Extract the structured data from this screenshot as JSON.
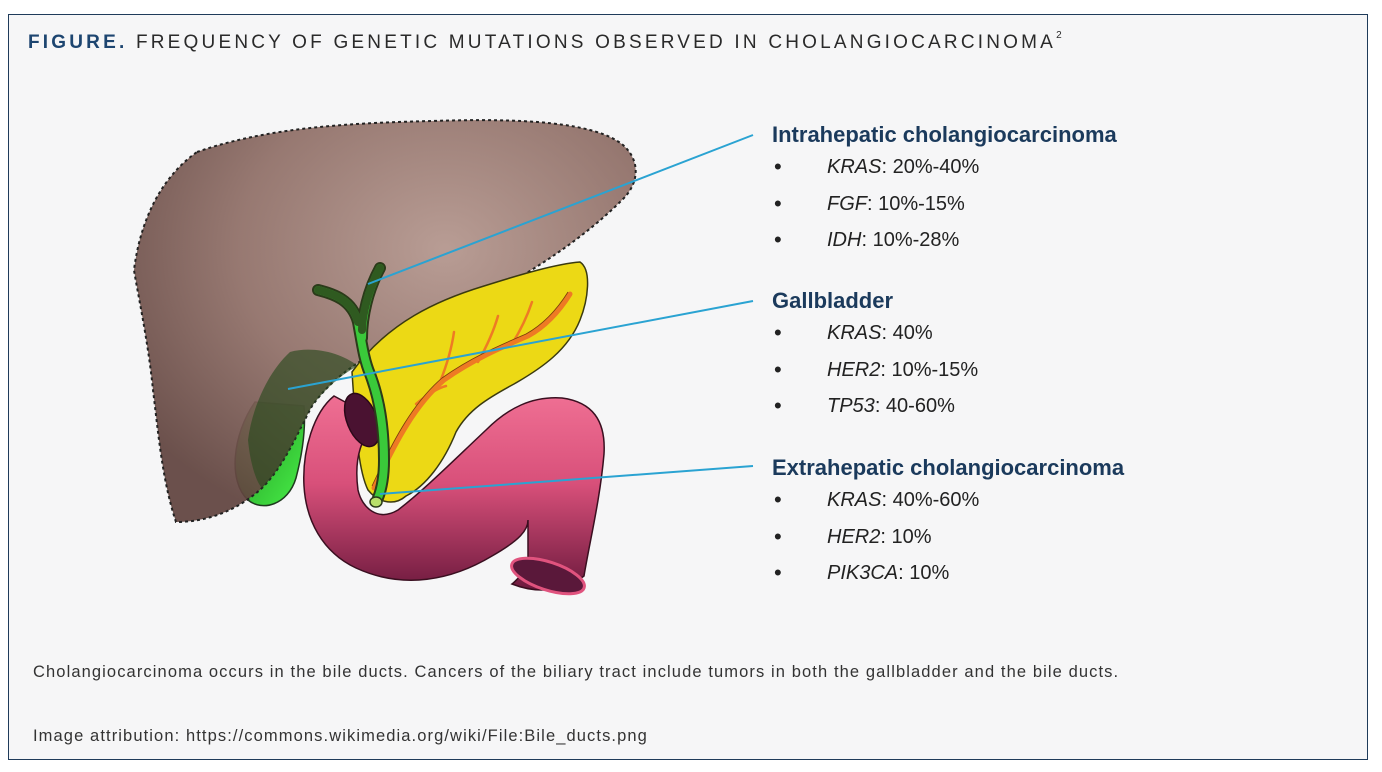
{
  "figure": {
    "label": "FIGURE.",
    "title": "FREQUENCY OF GENETIC MUTATIONS OBSERVED IN CHOLANGIOCARCINOMA",
    "reference": "2"
  },
  "colors": {
    "liver": "#8f6e66",
    "gallbladder": "#3bd43b",
    "pancreas": "#ecd915",
    "duodenum": "#d8507a",
    "bile_duct": "#3ac93a",
    "pancreatic_duct": "#ee7a24",
    "leader_line": "#2aa3d2",
    "heading": "#1b3a5c"
  },
  "groups": [
    {
      "name": "Intrahepatic cholangiocarcinoma",
      "items": [
        {
          "gene": "KRAS",
          "value": ": 20%-40%"
        },
        {
          "gene": "FGF",
          "value": ": 10%-15%"
        },
        {
          "gene": "IDH",
          "value": ": 10%-28%"
        }
      ]
    },
    {
      "name": "Gallbladder",
      "items": [
        {
          "gene": "KRAS",
          "value": ": 40%"
        },
        {
          "gene": "HER2",
          "value": ": 10%-15%"
        },
        {
          "gene": "TP53",
          "value": ": 40-60%"
        }
      ]
    },
    {
      "name": "Extrahepatic cholangiocarcinoma",
      "items": [
        {
          "gene": "KRAS",
          "value": ": 40%-60%"
        },
        {
          "gene": "HER2",
          "value": ": 10%"
        },
        {
          "gene": "PIK3CA",
          "value": ": 10%"
        }
      ]
    }
  ],
  "caption": "Cholangiocarcinoma occurs in the bile ducts. Cancers of the biliary tract include tumors in both the gallbladder and the bile ducts.",
  "attribution": "Image attribution: https://commons.wikimedia.org/wiki/File:Bile_ducts.png"
}
